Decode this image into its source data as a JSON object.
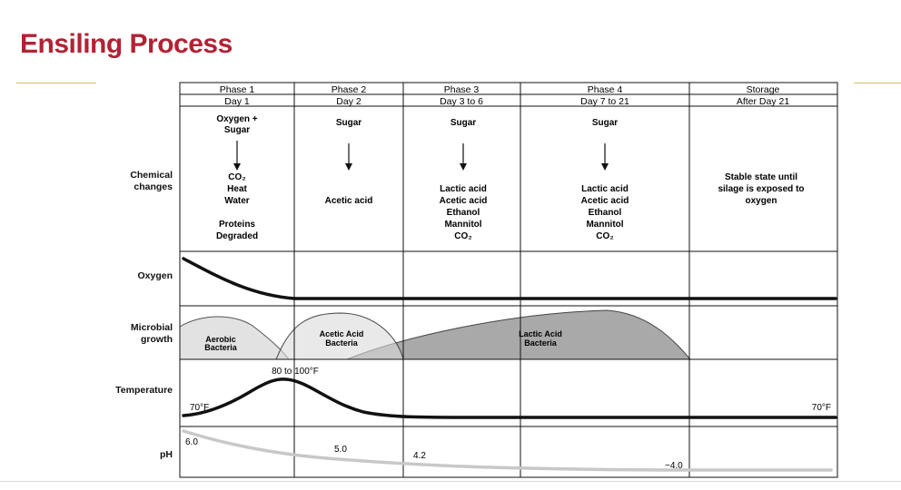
{
  "title": "Ensiling Process",
  "row_labels": {
    "chemical": [
      "Chemical",
      "changes"
    ],
    "oxygen": "Oxygen",
    "microbial": [
      "Microbial",
      "growth"
    ],
    "temperature": "Temperature",
    "ph": "pH"
  },
  "phases": [
    {
      "name": "Phase 1",
      "day": "Day 1",
      "input": [
        "Oxygen +",
        "Sugar"
      ],
      "products": [
        "CO₂",
        "Heat",
        "Water",
        "",
        "Proteins",
        "Degraded"
      ]
    },
    {
      "name": "Phase 2",
      "day": "Day 2",
      "input": [
        "Sugar"
      ],
      "products": [
        "Acetic acid"
      ]
    },
    {
      "name": "Phase 3",
      "day": "Day 3 to 6",
      "input": [
        "Sugar"
      ],
      "products": [
        "Lactic acid",
        "Acetic acid",
        "Ethanol",
        "Mannitol",
        "CO₂"
      ]
    },
    {
      "name": "Phase 4",
      "day": "Day 7 to 21",
      "input": [
        "Sugar"
      ],
      "products": [
        "Lactic acid",
        "Acetic acid",
        "Ethanol",
        "Mannitol",
        "CO₂"
      ]
    },
    {
      "name": "Storage",
      "day": "After Day 21",
      "input": [],
      "products": [
        "Stable state until",
        "silage is exposed to",
        "oxygen"
      ]
    }
  ],
  "bacteria": {
    "aerobic": [
      "Aerobic",
      "Bacteria"
    ],
    "acetic": [
      "Acetic Acid",
      "Bacteria"
    ],
    "lactic": [
      "Lactic Acid",
      "Bacteria"
    ]
  },
  "temperature": {
    "start": "70°F",
    "peak": "80 to 100°F",
    "end": "70°F"
  },
  "ph_labels": [
    "6.0",
    "5.0",
    "4.2",
    "~4.0"
  ],
  "colors": {
    "title": "#b22234",
    "accent": "#d8c068",
    "aerobic_fill": "#e2e2e2",
    "acetic_fill": "#dadada",
    "lactic_fill": "#a9a9a9",
    "ph_line": "#c8c8c8"
  }
}
